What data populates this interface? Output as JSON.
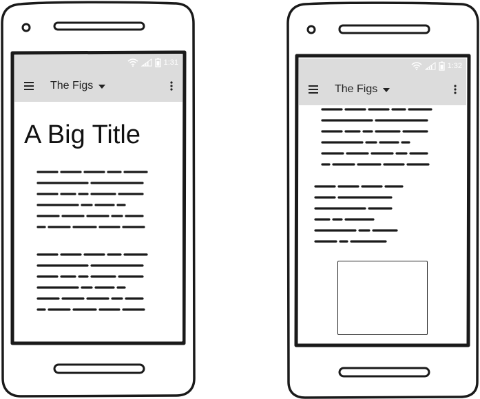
{
  "phones": [
    {
      "status_time": "1:31",
      "app_title": "The Figs",
      "big_title": "A Big Title"
    },
    {
      "status_time": "1:32",
      "app_title": "The Figs"
    }
  ],
  "icons": {
    "menu": "hamburger-menu-icon",
    "dropdown": "dropdown-caret-icon",
    "more": "more-vert-icon",
    "wifi": "wifi-icon",
    "signal": "signal-icon",
    "battery": "battery-icon"
  },
  "colors": {
    "bar_background": "#dcdcdc",
    "outline": "#1a1a1a",
    "status_text": "#ffffff"
  }
}
